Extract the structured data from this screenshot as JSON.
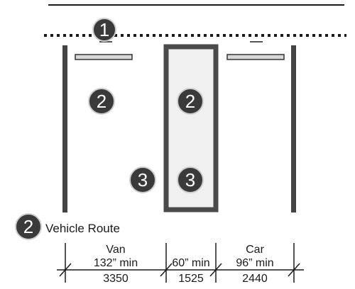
{
  "colors": {
    "line": "#333333",
    "badge_fill": "#3a3a3a",
    "badge_ring": "#cfcfcf",
    "aisle_fill": "#f0f0f0",
    "stop_fill": "#d8d8d8"
  },
  "markers": {
    "accessible_route": "1",
    "vehicle_route": "2",
    "access_aisle": "3"
  },
  "legend": {
    "number": "2",
    "label": "Vehicle Route"
  },
  "dimensions": {
    "van": {
      "label": "Van",
      "inches": "132” min",
      "mm": "3350"
    },
    "aisle": {
      "inches": "60” min",
      "mm": "1525"
    },
    "car": {
      "label": "Car",
      "inches": "96” min",
      "mm": "2440"
    }
  }
}
